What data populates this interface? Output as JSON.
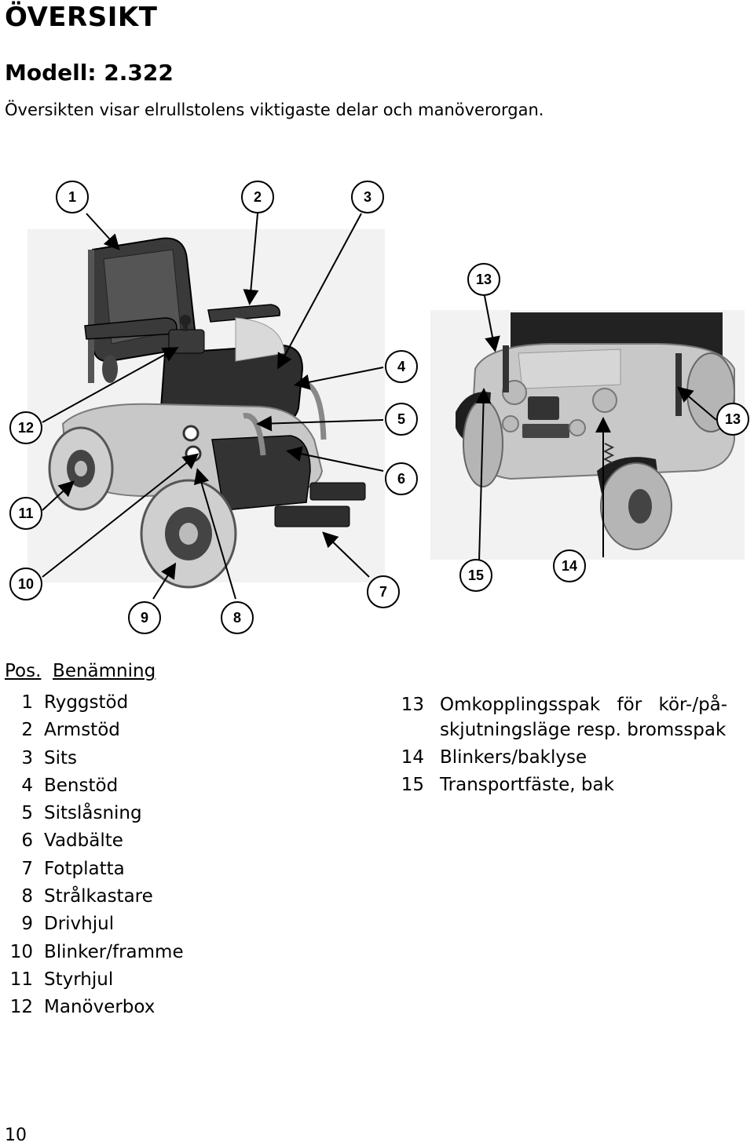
{
  "header": {
    "title": "ÖVERSIKT",
    "model": "Modell: 2.322",
    "intro": "Översikten visar elrullstolens viktigaste delar och manöverorgan."
  },
  "figure": {
    "callouts": [
      "1",
      "2",
      "3",
      "13",
      "4",
      "12",
      "5",
      "13",
      "6",
      "11",
      "10",
      "7",
      "15",
      "14",
      "9",
      "8"
    ]
  },
  "legend": {
    "pos_label": "Pos.",
    "name_label": "Benämning",
    "left_items": [
      {
        "num": "1",
        "label": "Ryggstöd"
      },
      {
        "num": "2",
        "label": "Armstöd"
      },
      {
        "num": "3",
        "label": "Sits"
      },
      {
        "num": "4",
        "label": "Benstöd"
      },
      {
        "num": "5",
        "label": "Sitslåsning"
      },
      {
        "num": "6",
        "label": "Vadbälte"
      },
      {
        "num": "7",
        "label": "Fotplatta"
      },
      {
        "num": "8",
        "label": "Strålkastare"
      },
      {
        "num": "9",
        "label": "Drivhjul"
      },
      {
        "num": "10",
        "label": "Blinker/framme"
      },
      {
        "num": "11",
        "label": "Styrhjul"
      },
      {
        "num": "12",
        "label": "Manöverbox"
      }
    ],
    "right_items": [
      {
        "num": "13",
        "label": "Omkopplingsspak för kör-/på-",
        "label2": "skjutningsläge resp. bromsspak"
      },
      {
        "num": "14",
        "label": "Blinkers/baklyse"
      },
      {
        "num": "15",
        "label": "Transportfäste, bak"
      }
    ]
  },
  "footer": {
    "page_number": "10"
  }
}
